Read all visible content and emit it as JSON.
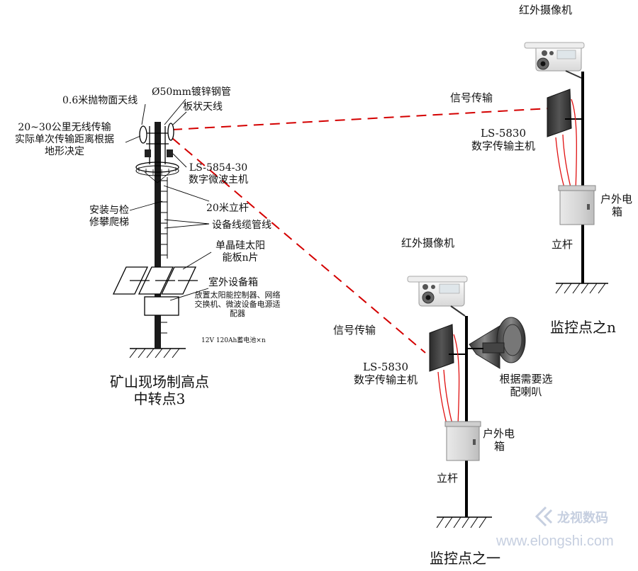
{
  "relay": {
    "dish_antenna": "0.6米抛物面天线",
    "pipe": "Ø50mm镀锌钢管",
    "panel_antenna": "板状天线",
    "range_note": [
      "20~30公里无线传输",
      "实际单次传输距离根据",
      "地形决定"
    ],
    "microwave_host": [
      "LS-5854-30",
      "数字微波主机"
    ],
    "pole": "20米立杆",
    "ladder": [
      "安装与检",
      "修攀爬梯"
    ],
    "cable_duct": "设备线缆管线",
    "solar": [
      "单晶硅太阳",
      "能板n片"
    ],
    "cabinet_title": "室外设备箱",
    "cabinet_desc": [
      "放置太阳能控制器、网络",
      "交换机、微波设备电源适",
      "配器"
    ],
    "battery": "12V 120Ah蓄电池×n",
    "title": [
      "矿山现场制高点",
      "中转点3"
    ]
  },
  "site_n": {
    "camera": "红外摄像机",
    "signal": "信号传输",
    "host": [
      "LS-5830",
      "数字传输主机"
    ],
    "box": [
      "户外电",
      "箱"
    ],
    "pole": "立杆",
    "title": "监控点之n"
  },
  "site_1": {
    "camera": "红外摄像机",
    "signal": "信号传输",
    "host": [
      "LS-5830",
      "数字传输主机"
    ],
    "speaker": [
      "根据需要选",
      "配喇叭"
    ],
    "box": [
      "户外电",
      "箱"
    ],
    "pole": "立杆",
    "title": "监控点之一"
  },
  "watermark": {
    "brand": "龙视数码",
    "url": "www.elongshi.com"
  },
  "colors": {
    "link_line": "#d40000",
    "cable": "#e01010",
    "watermark": "#c6cfe0"
  }
}
